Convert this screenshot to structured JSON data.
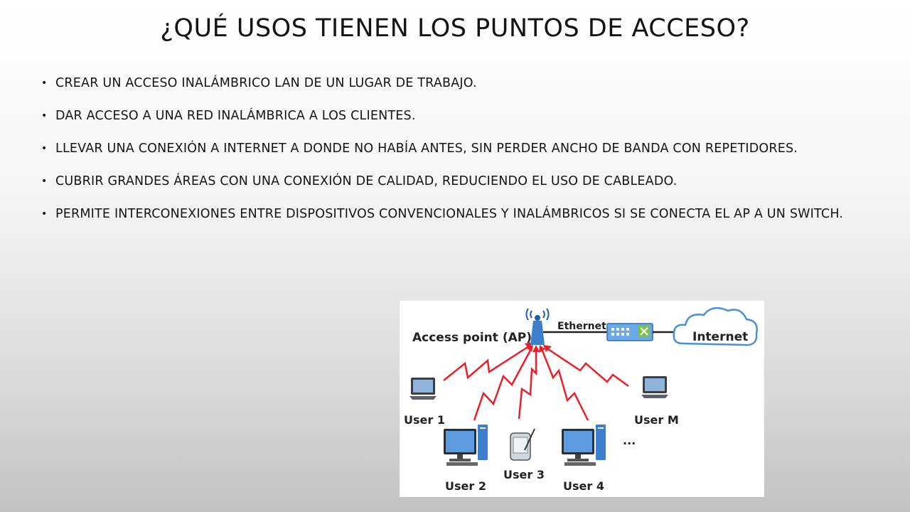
{
  "slide": {
    "title": "¿QUÉ USOS TIENEN LOS PUNTOS DE ACCESO?",
    "bullets": [
      "CREAR UN ACCESO INALÁMBRICO LAN DE UN LUGAR DE TRABAJO.",
      "DAR ACCESO A UNA RED INALÁMBRICA A LOS CLIENTES.",
      "LLEVAR UNA CONEXIÓN A INTERNET A DONDE NO HABÍA ANTES, SIN PERDER ANCHO DE BANDA CON REPETIDORES.",
      "CUBRIR GRANDES ÁREAS CON UNA CONEXIÓN DE CALIDAD, REDUCIENDO EL USO DE CABLEADO.",
      "PERMITE INTERCONEXIONES ENTRE DISPOSITIVOS CONVENCIONALES Y INALÁMBRICOS SI SE CONECTA EL AP A UN SWITCH."
    ],
    "bullet_glyph": "•"
  },
  "diagram": {
    "ap_label": "Access point (AP)",
    "ethernet_label": "Ethernet",
    "internet_label": "Internet",
    "users": [
      "User 1",
      "User 2",
      "User 3",
      "User 4",
      "User M"
    ],
    "ellipsis": "...",
    "colors": {
      "signal": "#e8202a",
      "device": "#4a90d9",
      "device_dark": "#1f5fa8",
      "cloud_stroke": "#4a90d9"
    }
  }
}
